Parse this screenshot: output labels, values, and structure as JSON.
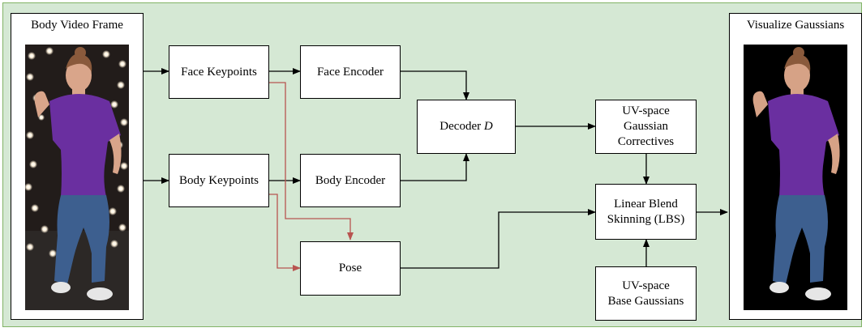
{
  "colors": {
    "background": "#d5e8d4",
    "background_border": "#82b366",
    "pose_arrow": "#b85450",
    "arrow": "#000000",
    "shirt": "#6a2fa0",
    "jeans": "#3d5f8f"
  },
  "left_panel": {
    "title": "Body Video Frame",
    "image": "person-in-capture-stage-photo"
  },
  "right_panel": {
    "title": "Visualize Gaussians",
    "image": "rendered-gaussian-avatar"
  },
  "nodes": {
    "face_keypoints": "Face Keypoints",
    "body_keypoints": "Body Keypoints",
    "face_encoder": "Face Encoder",
    "body_encoder": "Body Encoder",
    "decoder": {
      "label": "Decoder ",
      "symbol": "D"
    },
    "pose": "Pose",
    "gaussian_correctives": {
      "line1": "UV-space",
      "line2": "Gaussian",
      "line3": "Correctives"
    },
    "lbs": {
      "line1": "Linear Blend",
      "line2": "Skinning (LBS)"
    },
    "base_gaussians": {
      "line1": "UV-space",
      "line2": "Base Gaussians"
    }
  }
}
